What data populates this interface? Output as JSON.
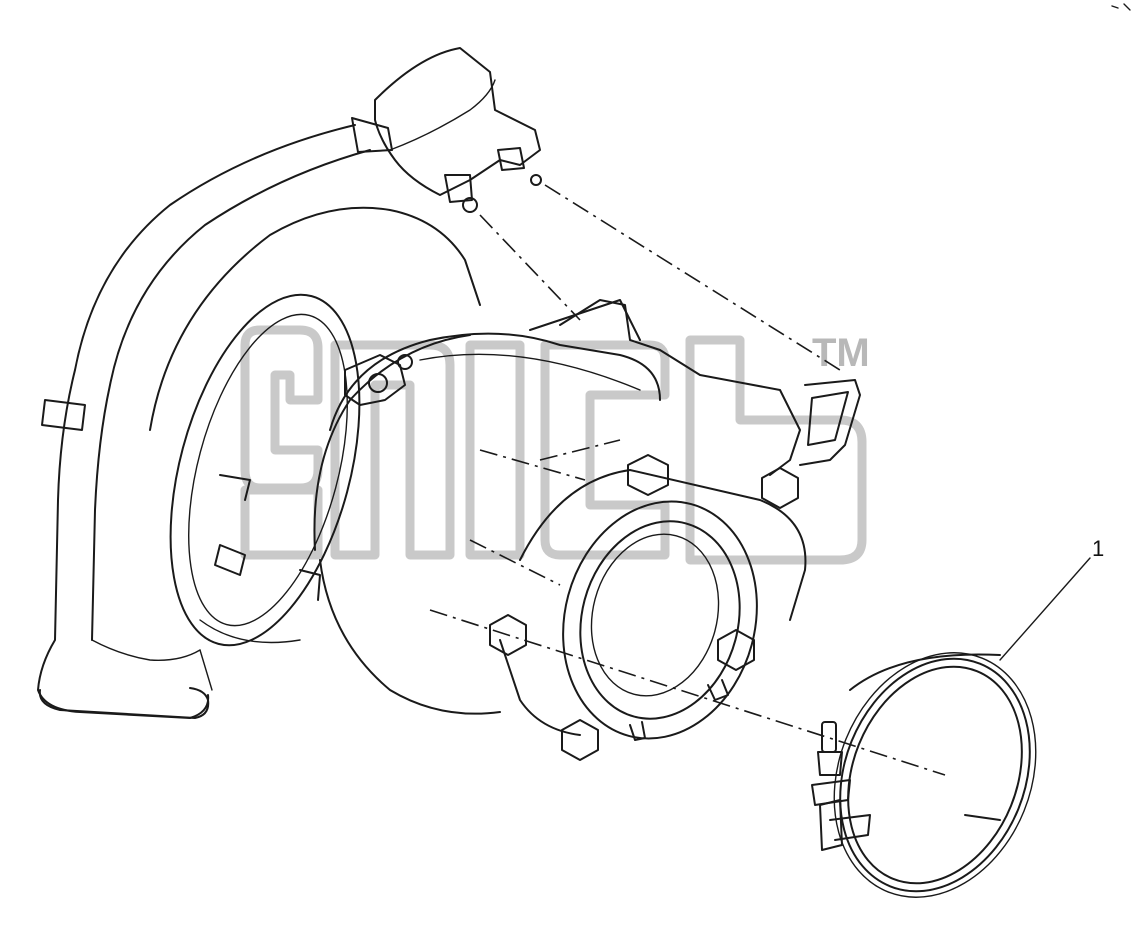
{
  "callouts": [
    {
      "id": "1",
      "label": "1"
    }
  ],
  "watermark": {
    "mark": "TM",
    "color": "#c9c9c9"
  },
  "colors": {
    "line": "#1a1a1a",
    "background": "#ffffff"
  }
}
